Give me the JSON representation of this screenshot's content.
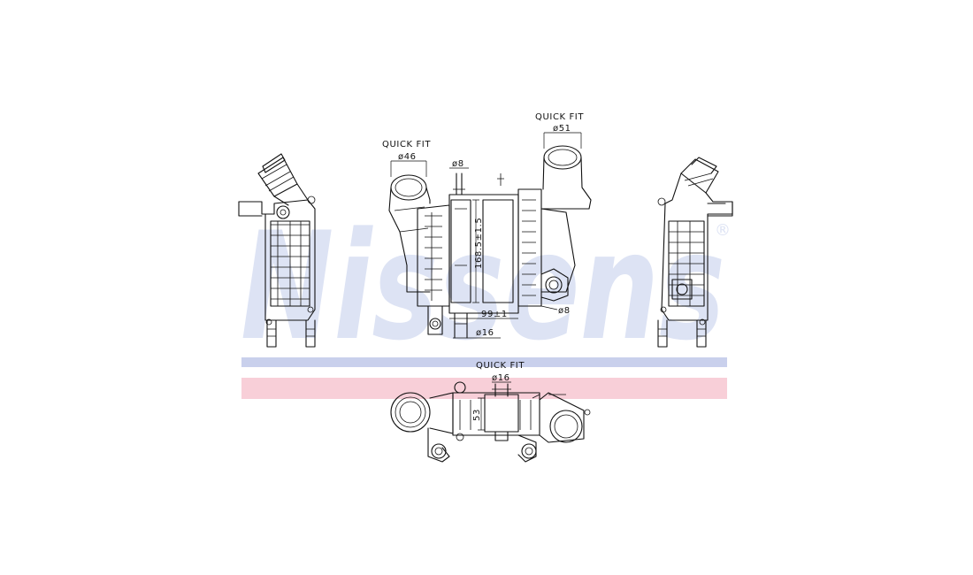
{
  "watermark": {
    "brand": "Nissens",
    "registered": "®",
    "color_text": "#dde3f4",
    "color_band_top": "#c9d0ec",
    "color_band_bottom": "#f8cfd8"
  },
  "labels": {
    "quick_fit_left": "QUICK FIT",
    "dia_left": "ø46",
    "quick_fit_right": "QUICK FIT",
    "dia_right": "ø51",
    "dia_bolt_top": "ø8",
    "height_dim": "168.5±1.5",
    "dia_bolt_side": "ø8",
    "width_dim": "99±1",
    "dia_bottom": "ø16",
    "quick_fit_bottom": "QUICK FIT",
    "dia_bottom_view": "ø16",
    "depth_dim": "53"
  },
  "colors": {
    "line": "#111111",
    "background": "#ffffff"
  }
}
